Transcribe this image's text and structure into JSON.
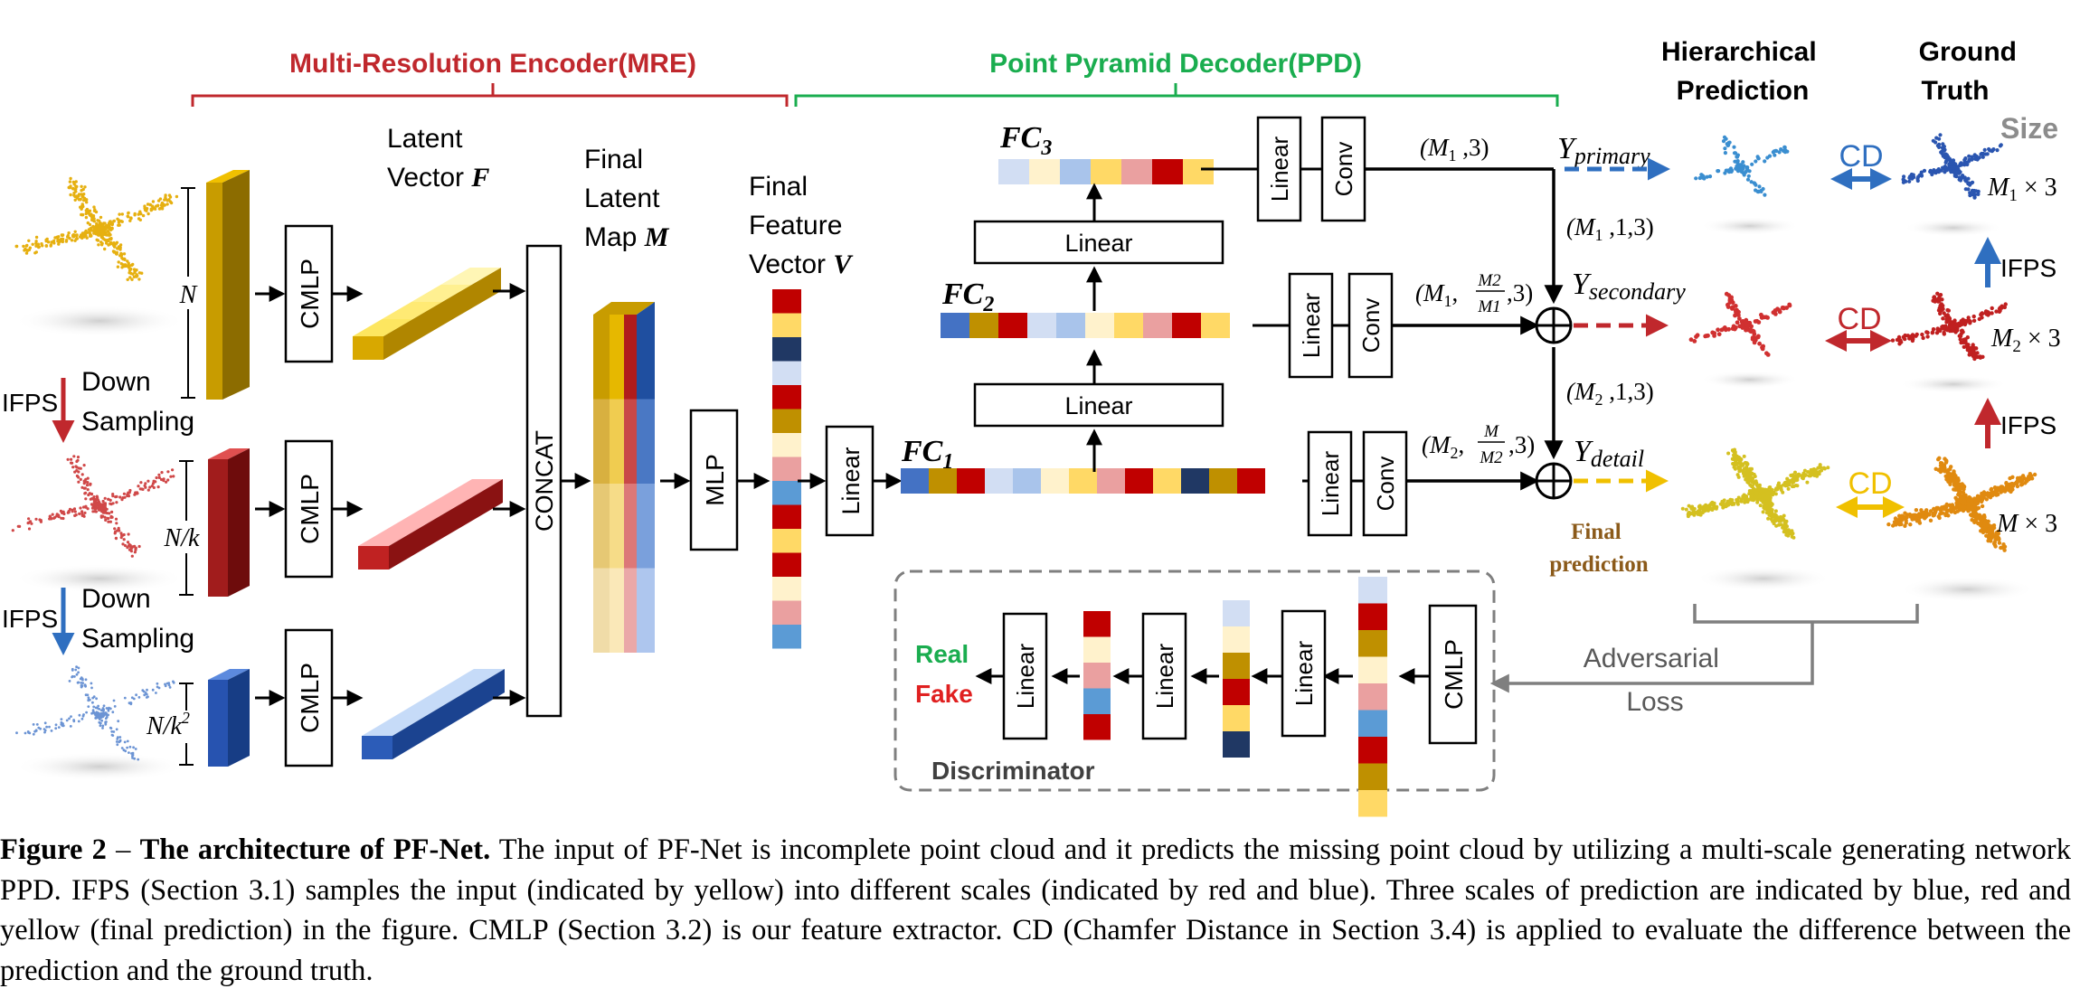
{
  "sections": {
    "mre": "Multi-Resolution Encoder(MRE)",
    "ppd": "Point Pyramid Decoder(PPD)",
    "hierarchical_1": "Hierarchical",
    "hierarchical_2": "Prediction",
    "ground_1": "Ground",
    "ground_2": "Truth",
    "size": "Size"
  },
  "inputs": {
    "n": "N",
    "nk": "N/k",
    "nk2_base": "N/k",
    "nk2_exp": "2",
    "ifps": "IFPS",
    "down": "Down",
    "sampling": "Sampling"
  },
  "blocks": {
    "cmlp": "CMLP",
    "concat": "CONCAT",
    "mlp": "MLP",
    "linear": "Linear",
    "conv": "Conv"
  },
  "labels": {
    "latent_vector_1": "Latent",
    "latent_vector_2": "Vector ",
    "latent_vector_sym": "F",
    "final_latent_1": "Final",
    "final_latent_2": "Latent",
    "final_latent_3": "Map ",
    "final_latent_sym": "M",
    "final_feature_1": "Final",
    "final_feature_2": "Feature",
    "final_feature_3": "Vector ",
    "final_feature_sym": "V",
    "fc3": "FC",
    "fc3_sub": "3",
    "fc2": "FC",
    "fc2_sub": "2",
    "fc1": "FC",
    "fc1_sub": "1"
  },
  "outputs": {
    "y_primary": "Y",
    "y_primary_sub": "primary",
    "y_secondary": "Y",
    "y_secondary_sub": "secondary",
    "y_detail": "Y",
    "y_detail_sub": "detail",
    "shape_p1_a": "(M",
    "shape_p1_sub": "1",
    "shape_p1_b": " ,3)",
    "shape_p2_a": "(M",
    "shape_p2_sub": "1",
    "shape_p2_b": " ,1,3)",
    "shape_s_a": "(M",
    "shape_s_sub": "1",
    "shape_s_frac_num": "M2",
    "shape_s_frac_den": "M1",
    "shape_s_b": ",3)",
    "shape_s2_a": "(M",
    "shape_s2_sub": "2",
    "shape_s2_b": " ,1,3)",
    "shape_d_a": "(M",
    "shape_d_sub": "2",
    "shape_d_frac_num": "M",
    "shape_d_frac_den": "M2",
    "shape_d_b": ",3)",
    "final_1": "Final",
    "final_2": "prediction",
    "cd": "CD",
    "ifps": "IFPS",
    "size_m1": "M",
    "size_m1_sub": "1",
    "size_m1_tail": " × 3",
    "size_m2": "M",
    "size_m2_sub": "2",
    "size_m2_tail": " × 3",
    "size_m": "M",
    "size_m_tail": " × 3"
  },
  "discriminator": {
    "title": "Discriminator",
    "real": "Real",
    "fake": "Fake",
    "adversarial_1": "Adversarial",
    "adversarial_2": "Loss"
  },
  "colors": {
    "red_title": "#c0282d",
    "green_title": "#1aad4f",
    "blue": "#2f6fc0",
    "red": "#c0282d",
    "yellow": "#f0c000",
    "gold": "#c89c00",
    "brown": "#8b5a1a",
    "gray": "#7f7f7f"
  },
  "caption": {
    "label": "Figure 2",
    "dash": " – ",
    "title": "The architecture of PF-Net.",
    "text": " The input of PF-Net is incomplete point cloud and it predicts the missing point cloud by utilizing a multi-scale generating network PPD. IFPS (Section 3.1) samples the input (indicated by yellow) into different scales (indicated by red and blue). Three scales of prediction are indicated by blue, red and yellow (final prediction) in the figure. CMLP (Section 3.2) is our feature extractor. CD (Chamfer Distance in Section 3.4) is applied to evaluate the difference between the prediction and the ground truth."
  }
}
